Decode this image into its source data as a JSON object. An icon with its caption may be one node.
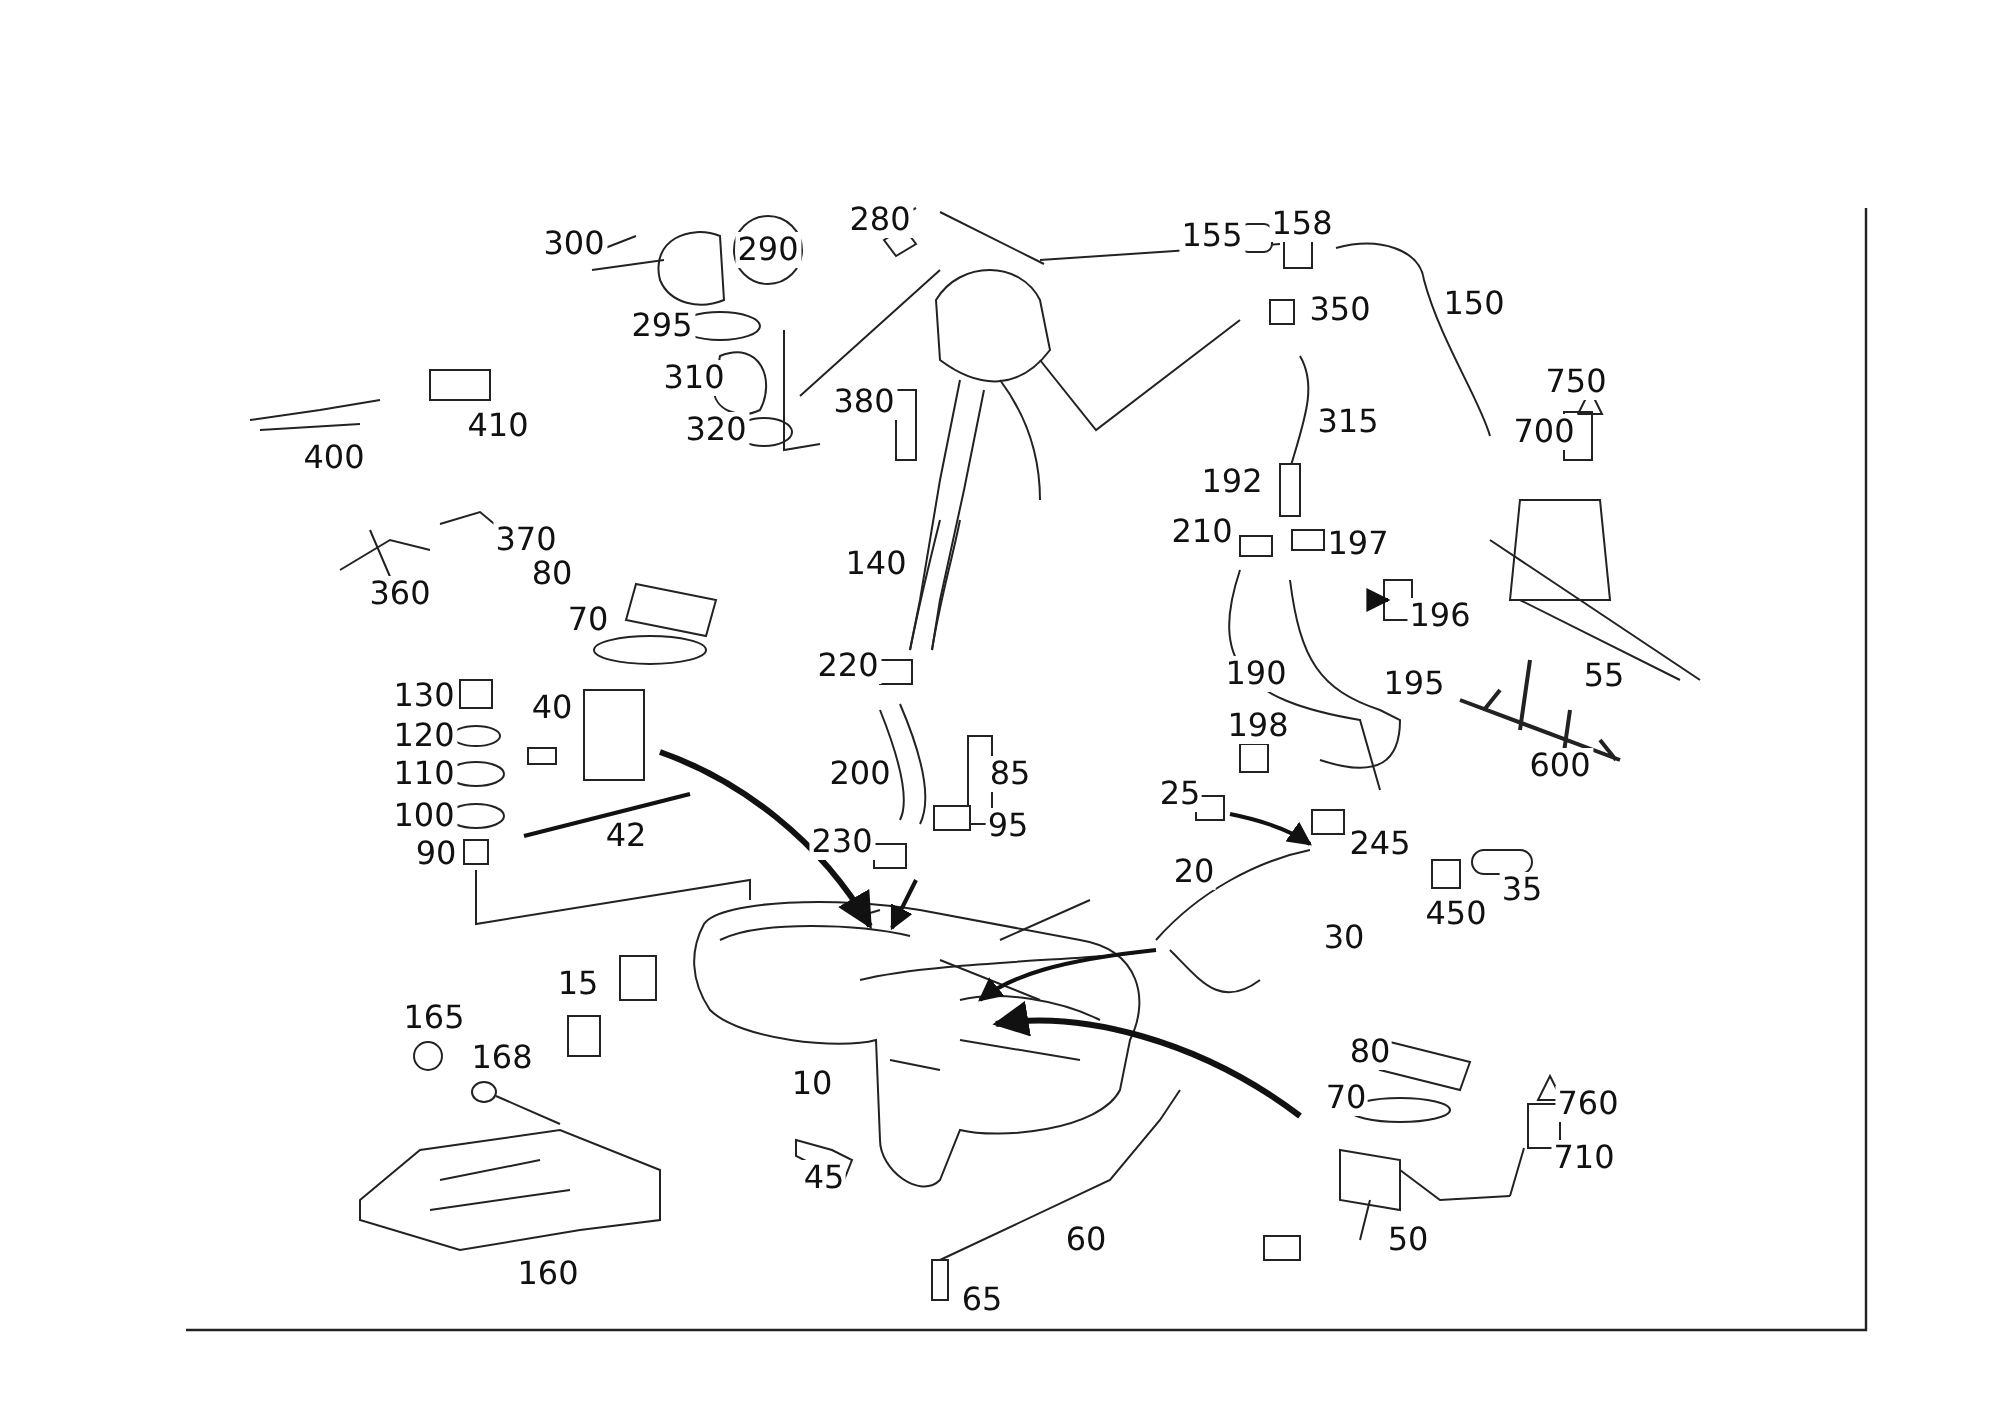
{
  "diagram": {
    "labels": [
      "280",
      "158",
      "300",
      "290",
      "155",
      "350",
      "150",
      "295",
      "310",
      "750",
      "380",
      "410",
      "320",
      "315",
      "700",
      "400",
      "192",
      "370",
      "210",
      "197",
      "140",
      "80",
      "196",
      "360",
      "70",
      "55",
      "220",
      "190",
      "195",
      "130",
      "40",
      "198",
      "120",
      "110",
      "200",
      "85",
      "600",
      "25",
      "100",
      "42",
      "95",
      "230",
      "245",
      "90",
      "20",
      "35",
      "450",
      "30",
      "15",
      "165",
      "168",
      "80",
      "10",
      "70",
      "760",
      "710",
      "45",
      "60",
      "50",
      "160",
      "65"
    ]
  }
}
